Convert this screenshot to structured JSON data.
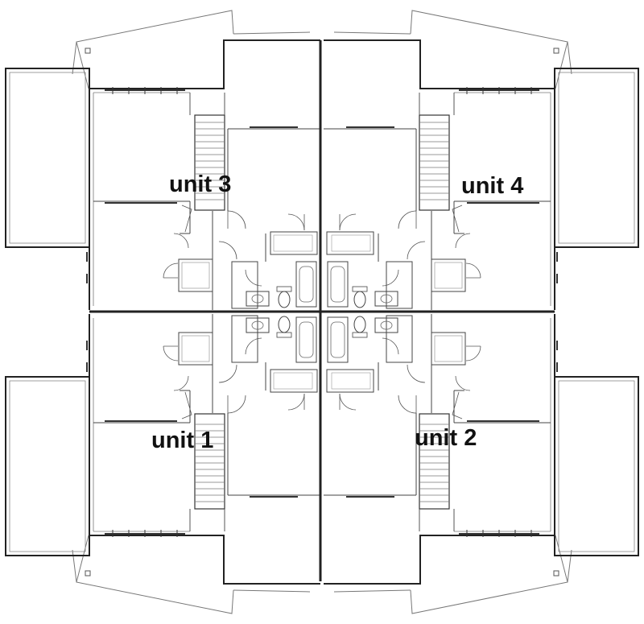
{
  "units": [
    {
      "id": "unit-3",
      "label": "unit 3"
    },
    {
      "id": "unit-4",
      "label": "unit 4"
    },
    {
      "id": "unit-1",
      "label": "unit 1"
    },
    {
      "id": "unit-2",
      "label": "unit 2"
    }
  ],
  "colors": {
    "line": "#333333",
    "background": "#ffffff",
    "label": "#111111"
  }
}
